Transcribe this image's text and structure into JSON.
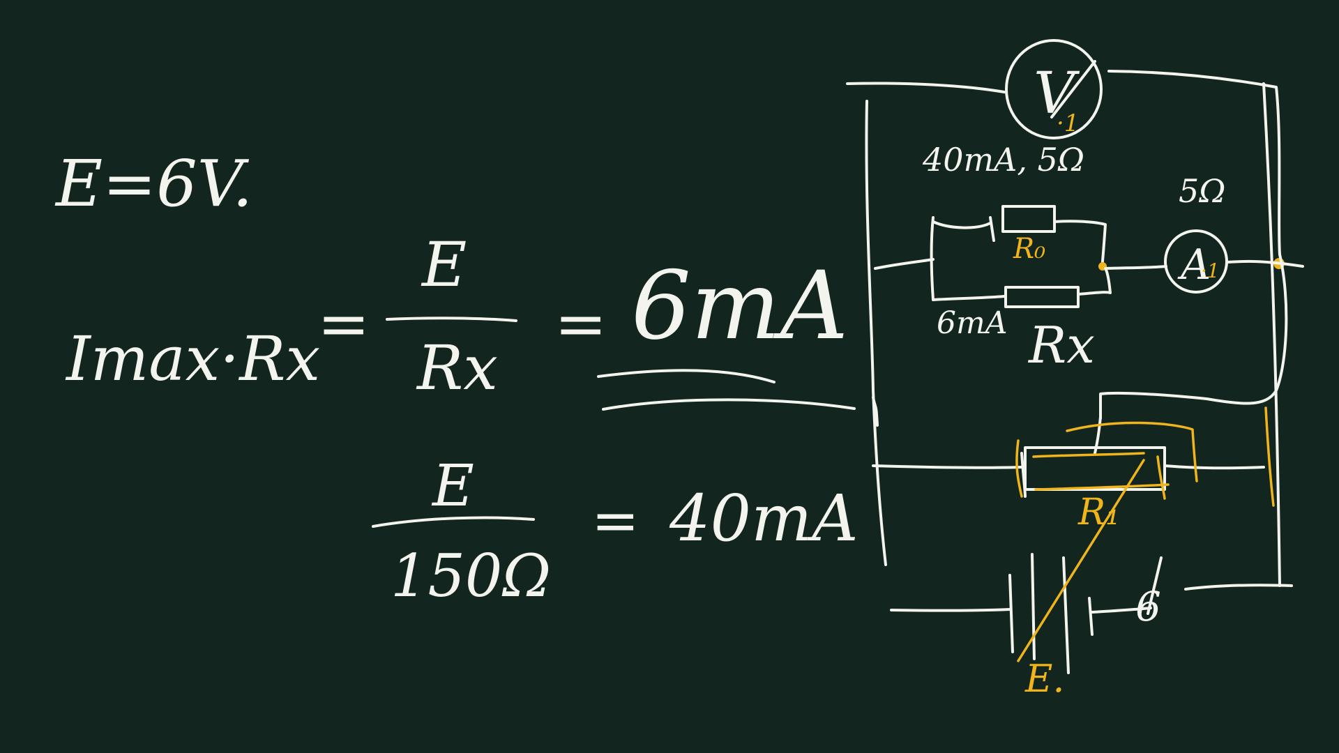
{
  "board": {
    "background": "#12261f",
    "chalk_color": "#f4f4ee",
    "highlight_color": "#f0b51c"
  },
  "equations": {
    "emf": "E=6V.",
    "imax_label": "Imax·Rx",
    "equals_1": "=",
    "frac1_num": "E",
    "frac1_den": "Rx",
    "equals_2": "=",
    "result_1": "6mA",
    "frac2_num": "E",
    "frac2_den": "150Ω",
    "equals_3": "=",
    "result_2": "40mA"
  },
  "circuit": {
    "voltmeter": "V",
    "voltmeter_mark": "·1",
    "r0_spec": "40mA, 5Ω",
    "r0_label": "R₀",
    "ammeter_spec": "5Ω",
    "ammeter": "A",
    "ammeter_mark": "·1",
    "rx_current": "6mA",
    "rx_label": "Rx",
    "rheostat_label": "R₁",
    "battery_label": "E.",
    "switch_label": "6"
  }
}
